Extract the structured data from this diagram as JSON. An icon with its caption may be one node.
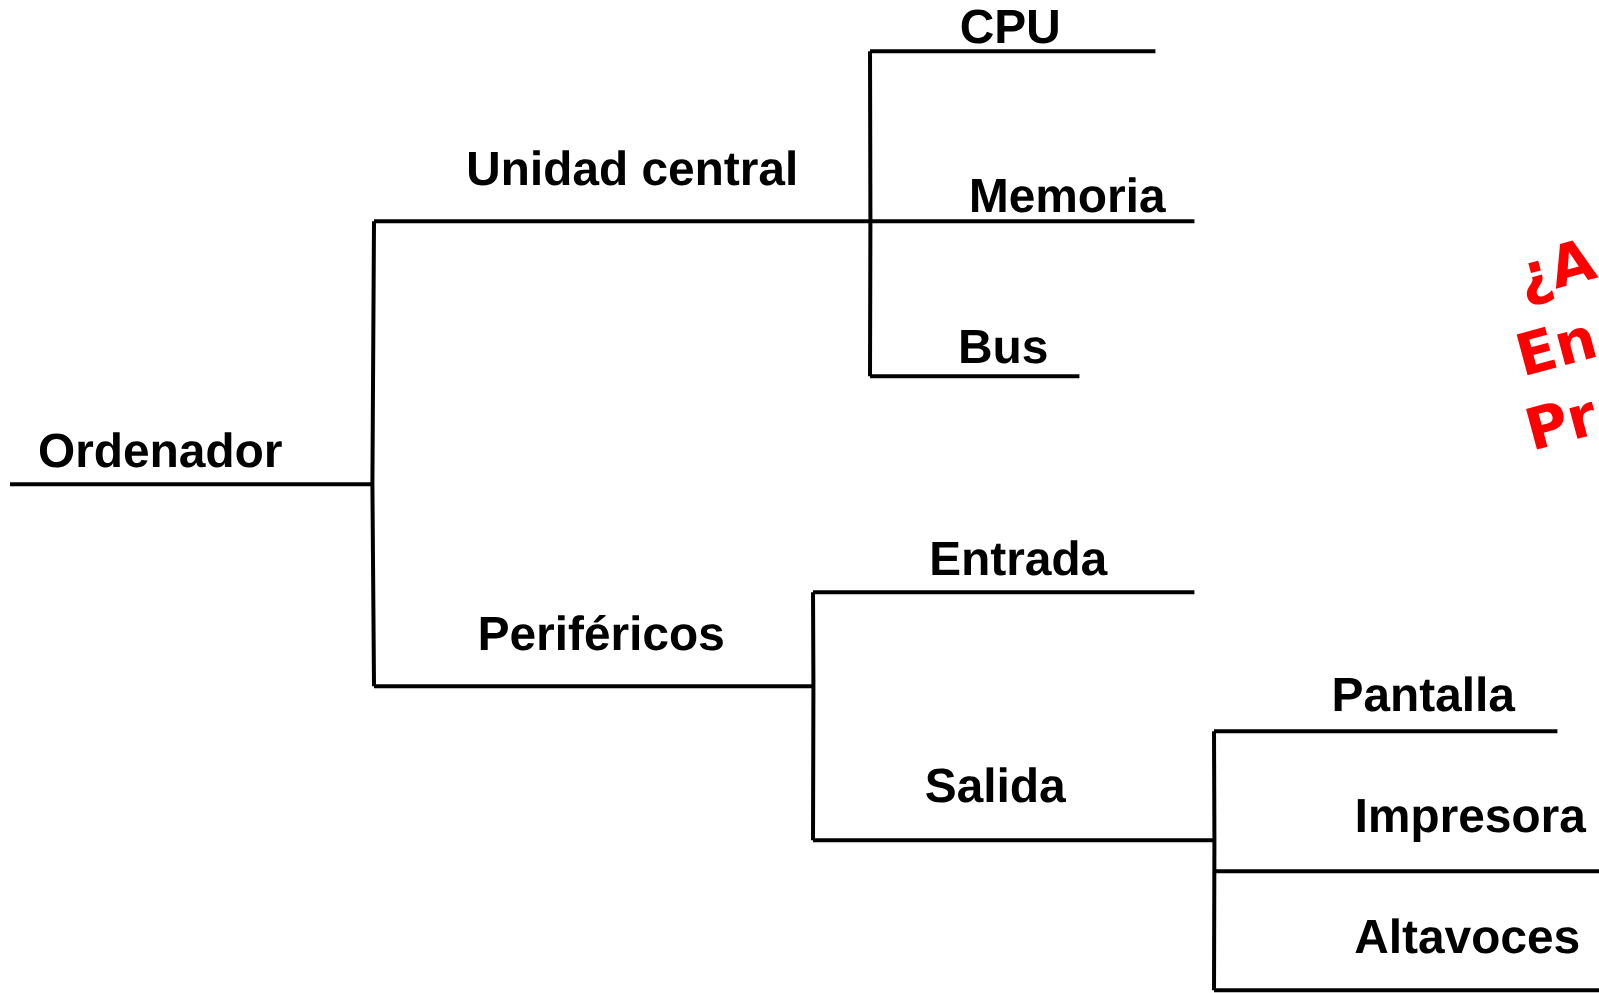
{
  "diagram": {
    "nodes": [
      {
        "text": [
          "Ordenador"
        ]
      },
      {
        "text": [
          "Unidad central"
        ]
      },
      {
        "text": [
          "CPU"
        ]
      },
      {
        "text": [
          "Memoria"
        ]
      },
      {
        "text": [
          "Bus"
        ]
      },
      {
        "text": [
          "Periféricos"
        ]
      },
      {
        "text": [
          "Entrada"
        ]
      },
      {
        "text": [
          "Salida"
        ]
      },
      {
        "text": [
          "Pantalla"
        ]
      },
      {
        "text": [
          "Impresora"
        ]
      },
      {
        "text": [
          "Altavoces"
        ]
      }
    ],
    "edges": [
      {
        "from": 0,
        "to": 1,
        "arrow": "none"
      },
      {
        "from": 0,
        "to": 5,
        "arrow": "none"
      },
      {
        "from": 1,
        "to": 2,
        "arrow": "none"
      },
      {
        "from": 1,
        "to": 3,
        "arrow": "none"
      },
      {
        "from": 1,
        "to": 4,
        "arrow": "none"
      },
      {
        "from": 5,
        "to": 6,
        "arrow": "none"
      },
      {
        "from": 5,
        "to": 7,
        "arrow": "none"
      },
      {
        "from": 7,
        "to": 8,
        "arrow": "none"
      },
      {
        "from": 7,
        "to": 9,
        "arrow": "none"
      },
      {
        "from": 7,
        "to": 10,
        "arrow": "none"
      }
    ],
    "labels": [
      "¿A",
      "En",
      "Pr"
    ]
  }
}
